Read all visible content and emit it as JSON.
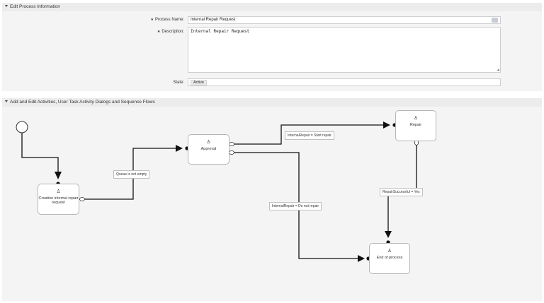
{
  "section1": {
    "title": "Edit Process Information",
    "process_name_label": "Process Name:",
    "process_name_value": "Internal Repair Request",
    "description_label": "Description:",
    "description_value": "Internal Repair Request",
    "state_label": "State:",
    "state_value": "Active"
  },
  "section2": {
    "title": "Add and Edit Activities, User Task Activity Dialogs and Sequence Flows"
  },
  "diagram": {
    "activities": [
      {
        "label": "Creation internal repair request"
      },
      {
        "label": "Approval"
      },
      {
        "label": "Repair"
      },
      {
        "label": "End of process"
      }
    ],
    "flows": [
      {
        "label": "Queue is not empty"
      },
      {
        "label": "InternalRepair = Start repair"
      },
      {
        "label": "InternalRepair = Do not repair"
      },
      {
        "label": "RepairSuccessful = Yes"
      }
    ],
    "icon": "user-icon"
  }
}
